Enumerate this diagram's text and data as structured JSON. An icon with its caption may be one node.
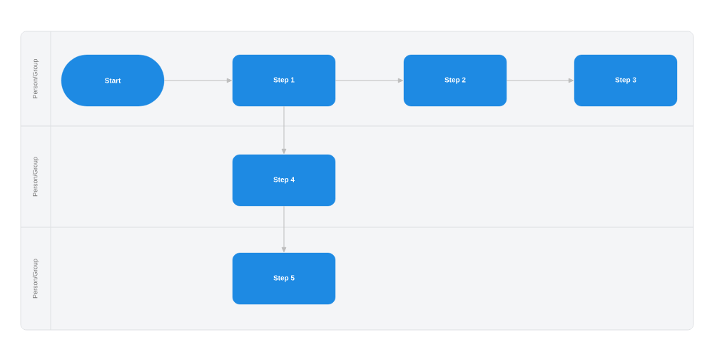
{
  "diagram": {
    "nodes": [
      {
        "text": [
          "Person/Group"
        ]
      },
      {
        "text": [
          "Person/Group"
        ]
      },
      {
        "text": [
          "Person/Group"
        ]
      },
      {
        "text": [
          "Start"
        ],
        "in": 0
      },
      {
        "text": [
          "Step 1"
        ],
        "in": 0
      },
      {
        "text": [
          "Step 2"
        ],
        "in": 0
      },
      {
        "text": [
          "Step 3"
        ],
        "in": 0
      },
      {
        "text": [
          "Step 4"
        ],
        "in": 1
      },
      {
        "text": [
          "Step 5"
        ],
        "in": 2
      }
    ],
    "edges": [
      {
        "from": 3,
        "to": 4,
        "arrow": "to"
      },
      {
        "from": 4,
        "to": 5,
        "arrow": "to"
      },
      {
        "from": 5,
        "to": 6,
        "arrow": "to"
      },
      {
        "from": 4,
        "to": 7,
        "arrow": "to"
      },
      {
        "from": 7,
        "to": 8,
        "arrow": "to"
      }
    ]
  }
}
